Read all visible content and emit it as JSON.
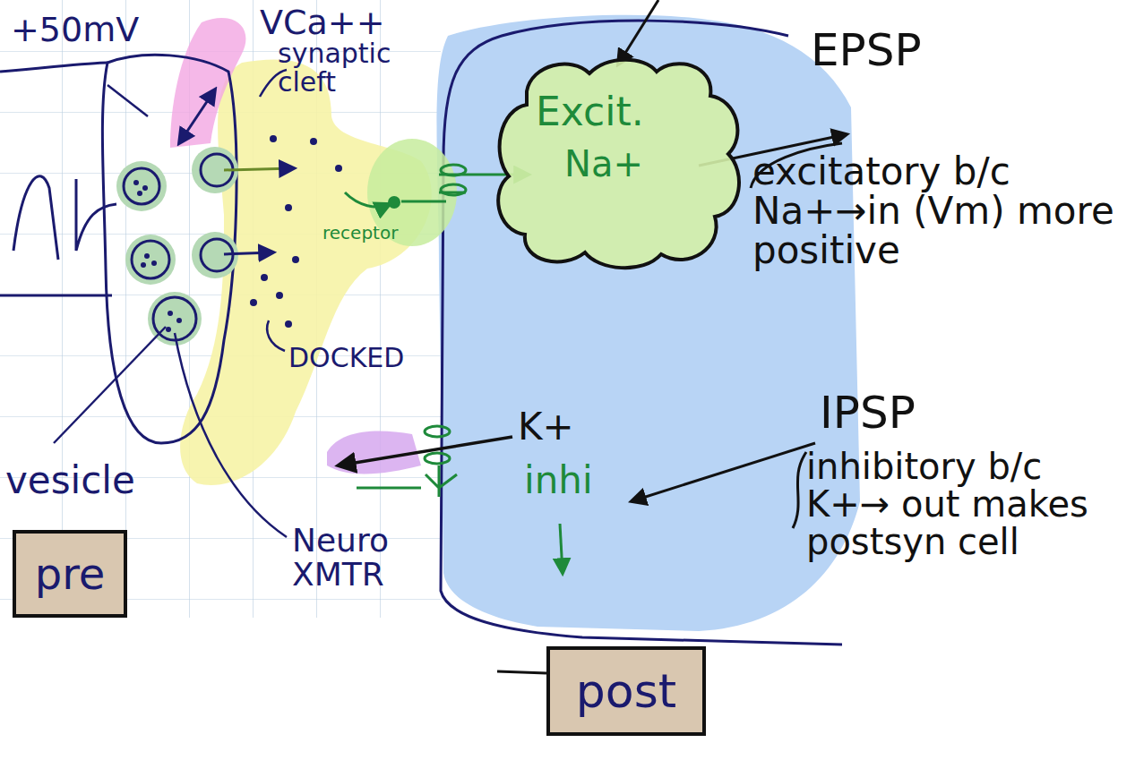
{
  "diagram": {
    "nodes": [
      {
        "text": [
          "pre"
        ]
      },
      {
        "text": [
          "Excit.",
          "Na+"
        ]
      },
      {
        "text": [
          "post"
        ]
      }
    ],
    "labels": [
      "+50mV",
      "VCa++",
      "synaptic cleft",
      "DOCKED",
      "receptor",
      "vesicle",
      "Neuro XMTR",
      "EPSP",
      "excitatory b/c Na+→in (Vm) more positive",
      "K+",
      "inhi",
      "IPSP",
      "inhibitory b/c K+→ out makes postsyn cell"
    ]
  }
}
